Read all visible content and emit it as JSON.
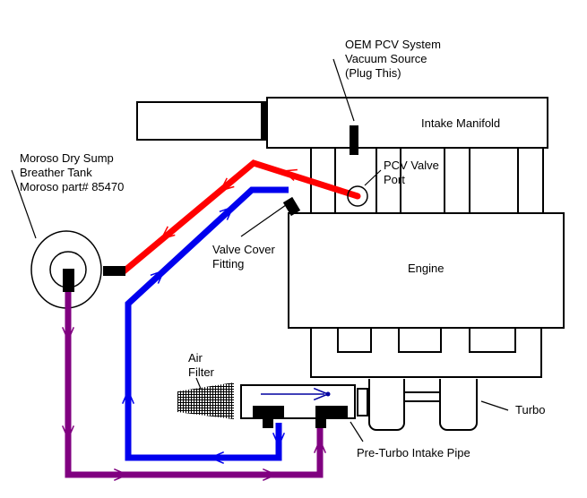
{
  "labels": {
    "breather_tank": [
      "Moroso Dry Sump",
      "Breather Tank",
      "Moroso part# 85470"
    ],
    "oem_pcv": [
      "OEM PCV System",
      "Vacuum Source",
      "(Plug This)"
    ],
    "intake_manifold": "Intake Manifold",
    "pcv_valve_port": [
      "PCV Valve",
      "Port"
    ],
    "valve_cover_fitting": [
      "Valve Cover",
      "Fitting"
    ],
    "engine": "Engine",
    "air_filter": [
      "Air",
      "Filter"
    ],
    "turbo": "Turbo",
    "pre_turbo_intake_pipe": "Pre-Turbo Intake Pipe"
  },
  "colors": {
    "pcv_hose_red": "#ff0000",
    "fresh_air_hose_blue": "#0000ee",
    "breather_hose_purple": "#800080",
    "pipe_airflow_navy": "#0000a0",
    "line_black": "#000000",
    "background": "#ffffff"
  }
}
